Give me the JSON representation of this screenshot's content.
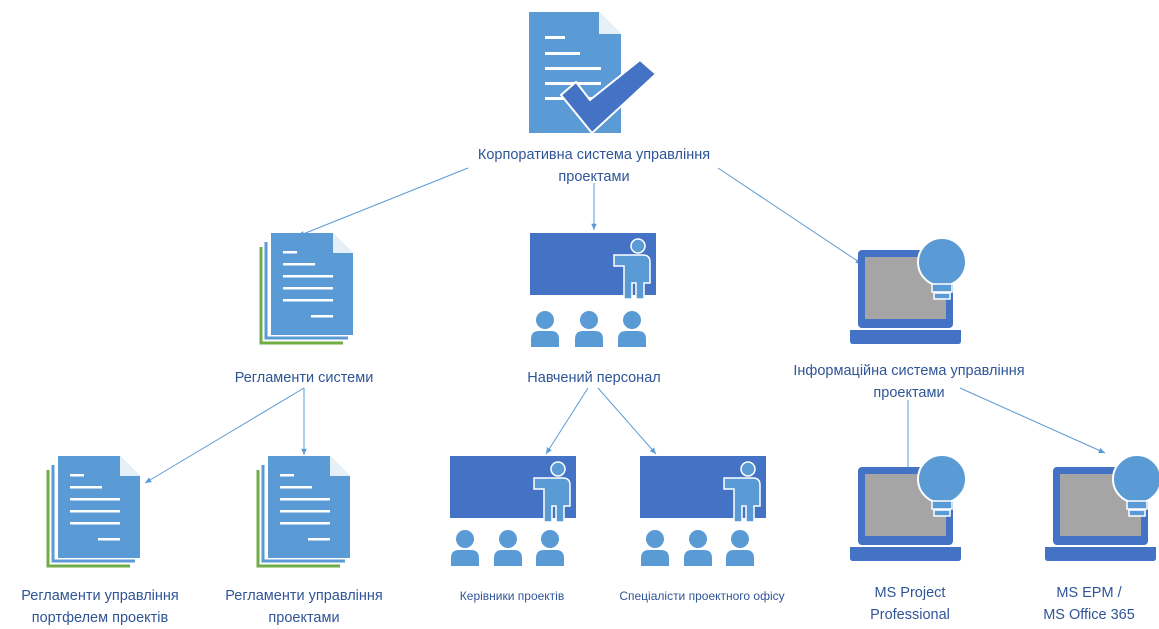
{
  "nodes": {
    "root": {
      "line1": "Корпоративна система управління",
      "line2": "проектами"
    },
    "regulations": {
      "line1": "Регламенти системи"
    },
    "staff": {
      "line1": "Навчений персонал"
    },
    "info_system": {
      "line1": "Інформаційна система управління",
      "line2": "проектами"
    },
    "portfolio_regs": {
      "line1": "Регламенти управління",
      "line2": "портфелем проектів"
    },
    "project_regs": {
      "line1": "Регламенти управління",
      "line2": "проектами"
    },
    "managers": {
      "line1": "Керівники проектів"
    },
    "pmo_specialists": {
      "line1": "Спеціалісти проектного офісу"
    },
    "ms_project": {
      "line1": "MS Project",
      "line2": "Professional"
    },
    "ms_epm": {
      "line1": "MS EPM /",
      "line2": "MS Office 365"
    }
  },
  "icons": {
    "root": "document-check-icon",
    "regulations": "documents-stack-icon",
    "staff": "training-class-icon",
    "info_system": "laptop-idea-icon"
  },
  "colors": {
    "icon_light": "#5b9bd5",
    "icon_dark": "#4472c4",
    "accent_green": "#70ad47",
    "screen_gray": "#a5a5a5",
    "connector": "#5b9bd5",
    "text": "#2f5597"
  }
}
